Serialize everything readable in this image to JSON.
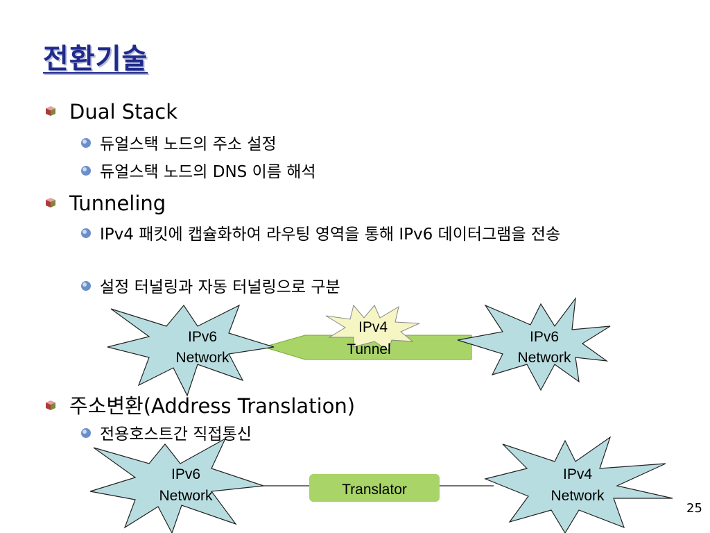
{
  "slide": {
    "title": "전환기술",
    "page_number": "25"
  },
  "bullets": {
    "dual_stack": {
      "label": "Dual Stack",
      "sub": [
        "듀얼스택 노드의 주소 설정",
        "듀얼스택 노드의 DNS 이름 해석"
      ]
    },
    "tunneling": {
      "label": "Tunneling",
      "sub": [
        "IPv4 패킷에 캡슐화하여 라우팅 영역을 통해 IPv6 데이터그램을 전송",
        "설정 터널링과 자동 터널링으로 구분"
      ]
    },
    "translation": {
      "label": "주소변환(Address Translation)",
      "sub": [
        "전용호스트간 직접통신"
      ]
    }
  },
  "tunnel_diagram": {
    "left_line1": "IPv6",
    "left_line2": "Network",
    "tunnel_line1": "IPv4",
    "tunnel_line2": "Tunnel",
    "right_line1": "IPv6",
    "right_line2": "Network"
  },
  "translator_diagram": {
    "left_line1": "IPv6",
    "left_line2": "Network",
    "box": "Translator",
    "right_line1": "IPv4",
    "right_line2": "Network"
  },
  "colors": {
    "title": "#1f2a8c",
    "burst_fill": "#b8dde0",
    "tunnel_fill": "#a8d468",
    "small_burst_fill": "#f6f6c4",
    "translator_fill": "#a8d468"
  }
}
